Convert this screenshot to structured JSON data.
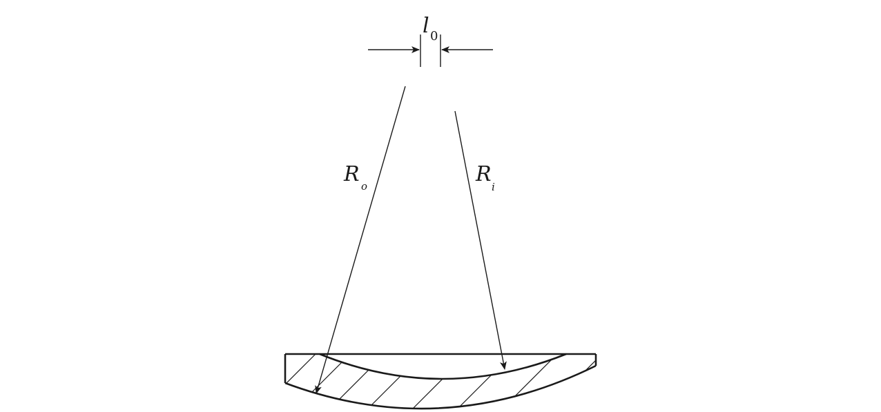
{
  "diagram": {
    "labels": {
      "offset_symbol": "l",
      "offset_subscript": "0",
      "outer_radius_symbol": "R",
      "outer_radius_subscript": "o",
      "inner_radius_symbol": "R",
      "inner_radius_subscript": "i"
    },
    "colors": {
      "stroke": "#1a1a1a",
      "background": "#ffffff"
    }
  }
}
